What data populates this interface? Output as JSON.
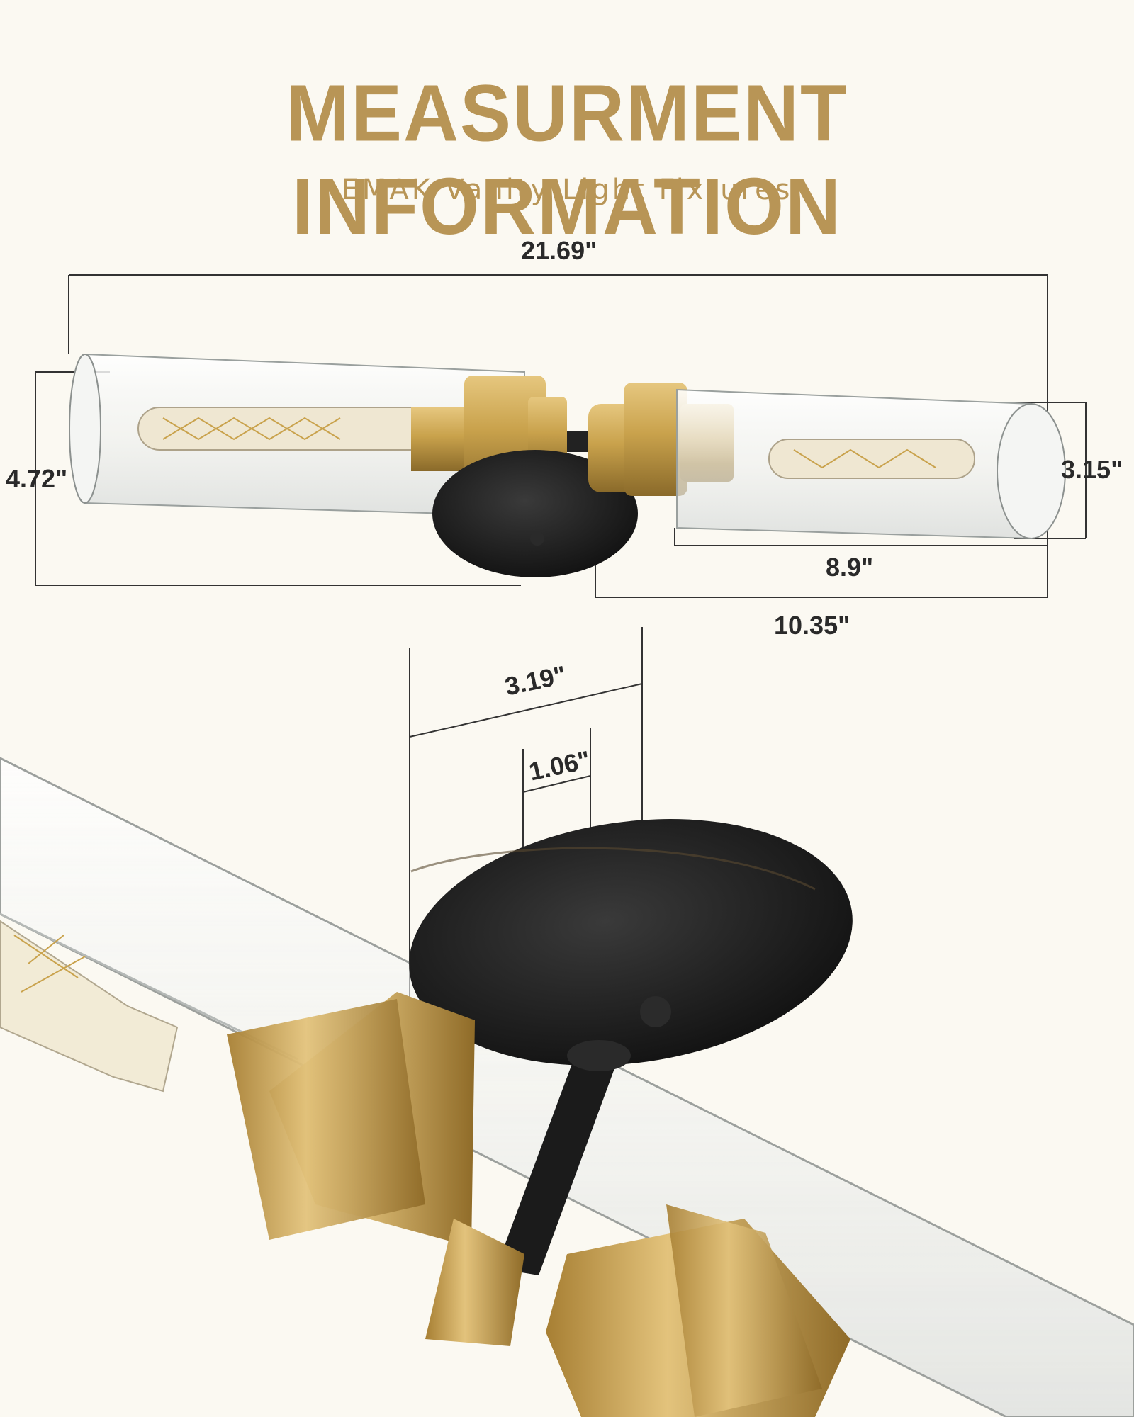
{
  "header": {
    "title": "MEASURMENT INFORMATION",
    "subtitle": "EMAK Vanity Light Fixtures"
  },
  "dimensions": {
    "overall_length": "21.69\"",
    "overall_height": "4.72\"",
    "shade_diameter": "3.15\"",
    "shade_length": "8.9\"",
    "arm_length": "10.35\"",
    "depth": "3.19\"",
    "plate_depth": "1.06\""
  },
  "colors": {
    "accent_gold": "#b89556",
    "brass": "#c9a24c",
    "black": "#1e1e1e",
    "background": "#fbf9f2"
  }
}
